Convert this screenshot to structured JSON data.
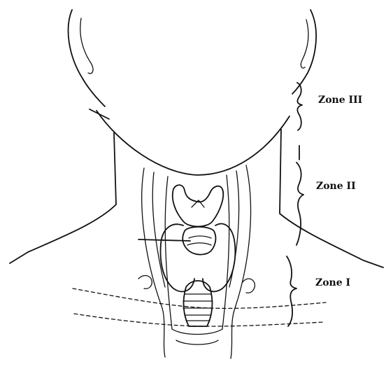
{
  "figure": {
    "zones": [
      {
        "id": "zone3",
        "label": "Zone III"
      },
      {
        "id": "zone2",
        "label": "Zone II"
      },
      {
        "id": "zone1",
        "label": "Zone I"
      }
    ]
  }
}
